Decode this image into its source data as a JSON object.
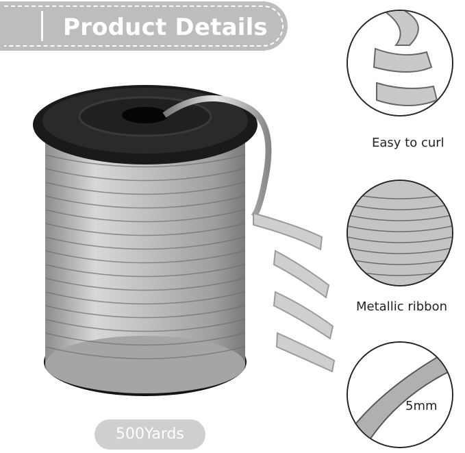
{
  "banner": {
    "title": "Product Details"
  },
  "features": [
    {
      "label": "Easy to curl",
      "icon": "curled-ribbon-closeup"
    },
    {
      "label": "Metallic ribbon",
      "icon": "metallic-spool-closeup"
    },
    {
      "label": "5mm",
      "icon": "ribbon-width-closeup"
    }
  ],
  "spool": {
    "length_label": "500Yards"
  },
  "colors": {
    "banner": "#bdbdbd",
    "silver": "#b8b8b8",
    "spool_black": "#161616"
  }
}
